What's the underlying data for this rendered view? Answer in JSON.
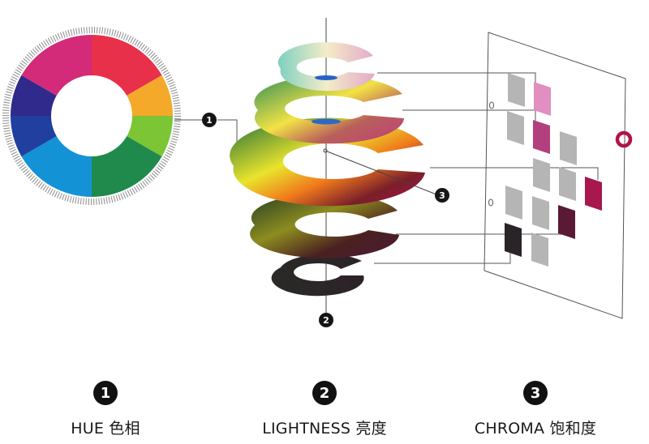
{
  "diagram": {
    "subject": "Color model: hue, lightness, chroma",
    "markers": {
      "hue": "1",
      "lightness": "2",
      "chroma": "3"
    },
    "legend": [
      {
        "number": "1",
        "label": "HUE 色相"
      },
      {
        "number": "2",
        "label": "LIGHTNESS 亮度"
      },
      {
        "number": "3",
        "label": "CHROMA 饱和度"
      }
    ],
    "colors": {
      "accent": "#b0124a",
      "swatch_light_pink": "#e08fc0",
      "swatch_mid_magenta": "#b3407e",
      "swatch_crimson": "#a8174d",
      "swatch_dark_plum": "#5a1a35",
      "swatch_near_black": "#2a2328",
      "swatch_gray": "#b5b5b5",
      "line": "#555555"
    },
    "panels": {
      "hue_wheel": "hue-wheel",
      "lightness_stack": "lightness-stack",
      "chroma_plane": "chroma-plane"
    }
  }
}
